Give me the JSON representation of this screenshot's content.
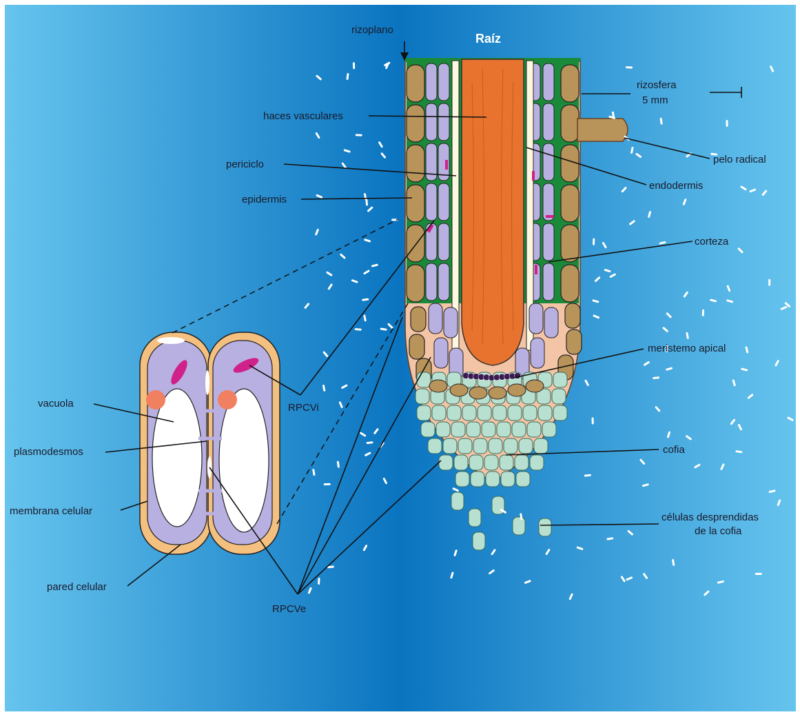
{
  "diagram": {
    "title": "Raíz",
    "labels": {
      "rizoplano": "rizoplano",
      "rizosfera": "rizosfera",
      "scale": "5 mm",
      "haces": "haces vasculares",
      "periciclo": "periciclo",
      "epidermis": "epidermis",
      "pelo": "pelo radical",
      "endodermis": "endodermis",
      "corteza": "corteza",
      "meristemo": "meristemo apical",
      "cofia": "cofia",
      "desprendidas_1": "células desprendidas",
      "desprendidas_2": "de la cofia",
      "vacuola": "vacuola",
      "plasmodesmos": "plasmodesmos",
      "membrana": "membrana celular",
      "pared": "pared celular",
      "rpcvi": "RPCVi",
      "rpcve": "RPCVe"
    },
    "colors": {
      "background_center": "#0a74c0",
      "background_edge": "#62c0ec",
      "epidermis": "#b8945a",
      "cortex": "#b8b0e0",
      "vascular": "#e8732e",
      "cap": "#b8e0d0",
      "meristem": "#3a1a50",
      "cell_wall": "#f4c080",
      "rpcv": "#d0208a",
      "green": "#1a8a3a"
    }
  }
}
